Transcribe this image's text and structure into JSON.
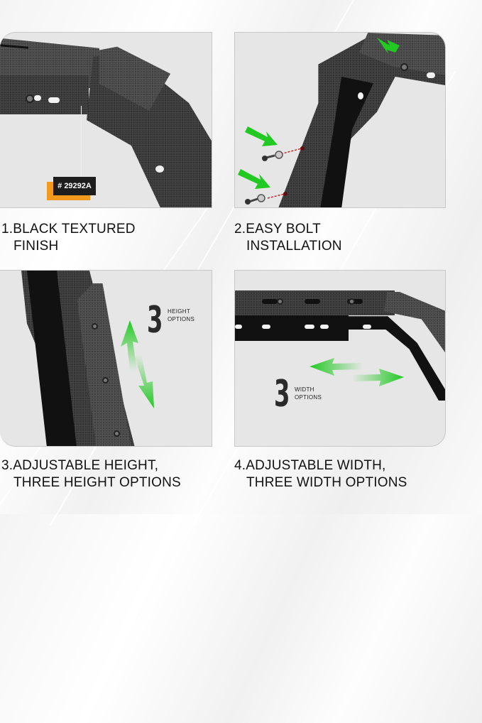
{
  "panels": [
    {
      "id": 1,
      "caption_line1": "1.BLACK TEXTURED",
      "caption_line2": "FINISH",
      "part_number": "# 29292A",
      "icons": [
        "textured-bar-icon",
        "part-tag-icon"
      ]
    },
    {
      "id": 2,
      "caption_line1": "2.EASY BOLT",
      "caption_line2": "INSTALLATION",
      "icons": [
        "green-arrow-icon",
        "bolt-icon",
        "washer-icon"
      ]
    },
    {
      "id": 3,
      "caption_line1": "3.ADJUSTABLE HEIGHT,",
      "caption_line2": "THREE HEIGHT OPTIONS",
      "badge_number": "3",
      "badge_line1": "HEIGHT",
      "badge_line2": "OPTIONS",
      "icons": [
        "vertical-double-arrow-icon"
      ]
    },
    {
      "id": 4,
      "caption_line1": "4.ADJUSTABLE WIDTH,",
      "caption_line2": "THREE WIDTH OPTIONS",
      "badge_number": "3",
      "badge_line1": "WIDTH",
      "badge_line2": "OPTIONS",
      "icons": [
        "horizontal-double-arrow-icon"
      ]
    }
  ],
  "colors": {
    "arrow_green": "#22c922",
    "tag_orange": "#f39a1e",
    "tag_dark": "#1e1e1e",
    "metal": "#3a3a3a",
    "panel_bg": "#e6e6e6",
    "bolt_line": "#d02020"
  }
}
